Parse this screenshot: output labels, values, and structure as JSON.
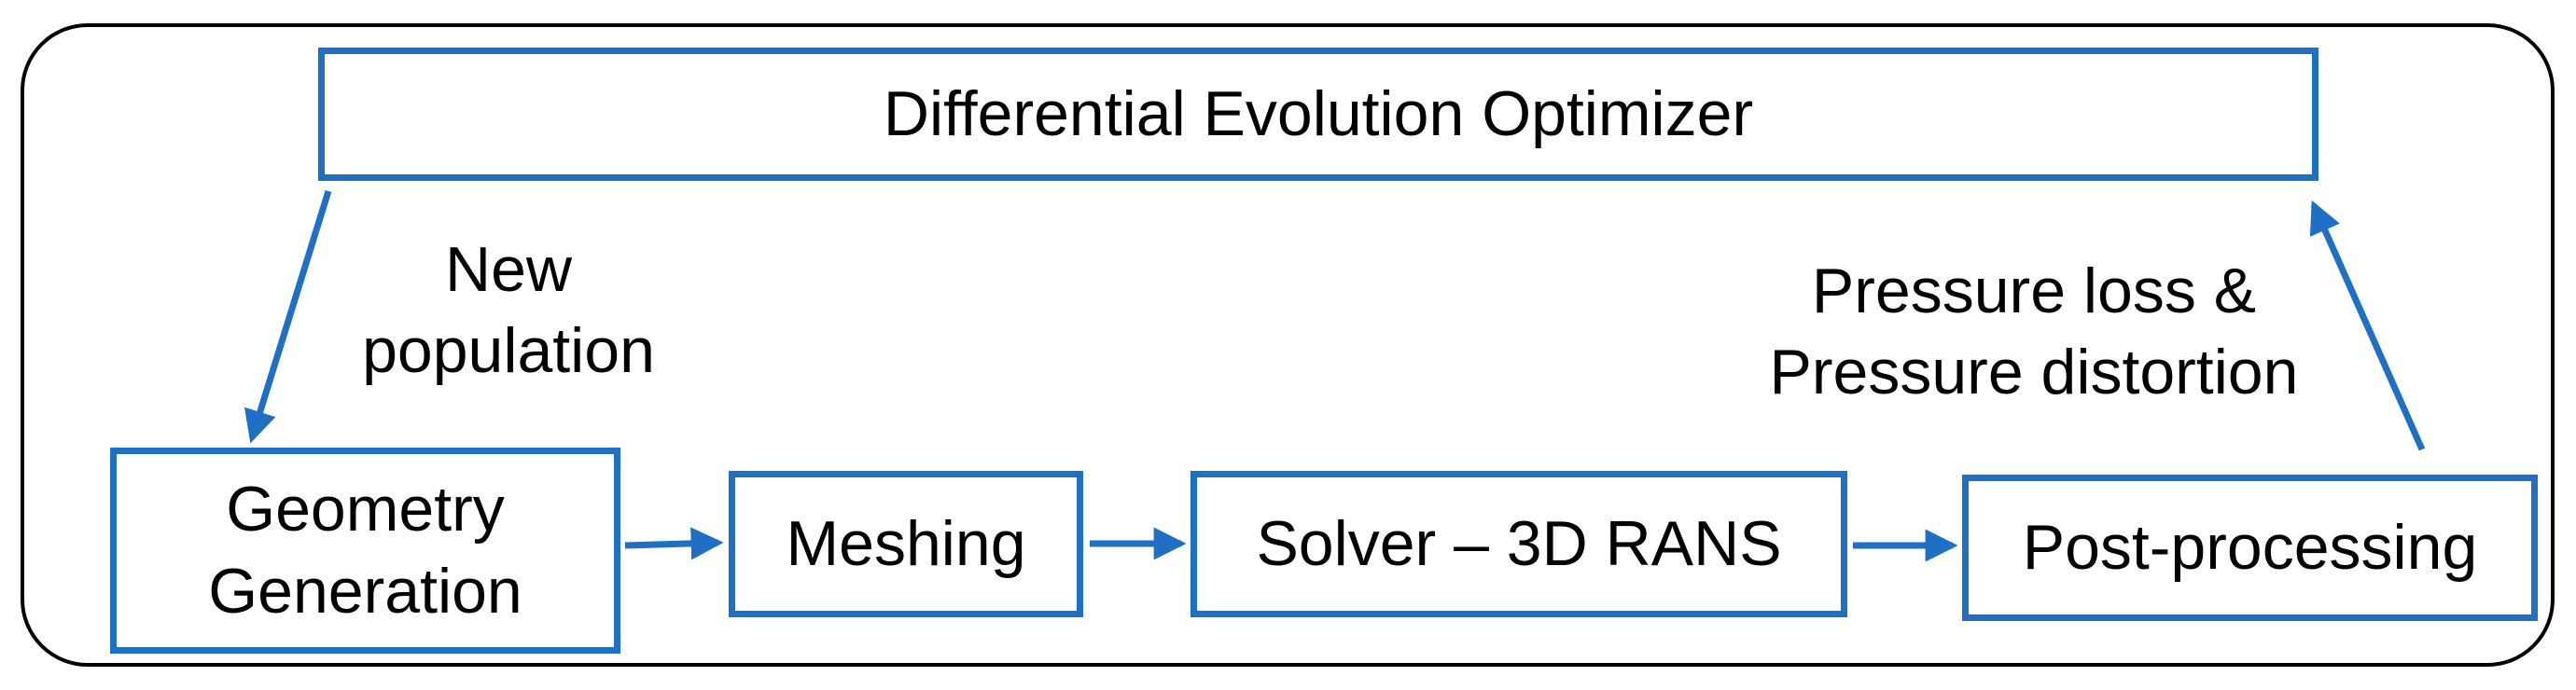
{
  "diagram": {
    "optimizer": {
      "label": "Differential Evolution Optimizer"
    },
    "nodes": [
      {
        "id": "geometry",
        "lines": [
          "Geometry",
          "Generation"
        ]
      },
      {
        "id": "meshing",
        "lines": [
          "Meshing"
        ]
      },
      {
        "id": "solver",
        "lines": [
          "Solver – 3D RANS"
        ]
      },
      {
        "id": "post",
        "lines": [
          "Post-processing"
        ]
      }
    ],
    "edge_labels": {
      "new_population": [
        "New",
        "population"
      ],
      "pressure": [
        "Pressure loss &",
        "Pressure distortion"
      ]
    },
    "colors": {
      "box_border": "#1f6fc5",
      "arrow": "#1f6fc5",
      "frame": "#000000"
    }
  }
}
